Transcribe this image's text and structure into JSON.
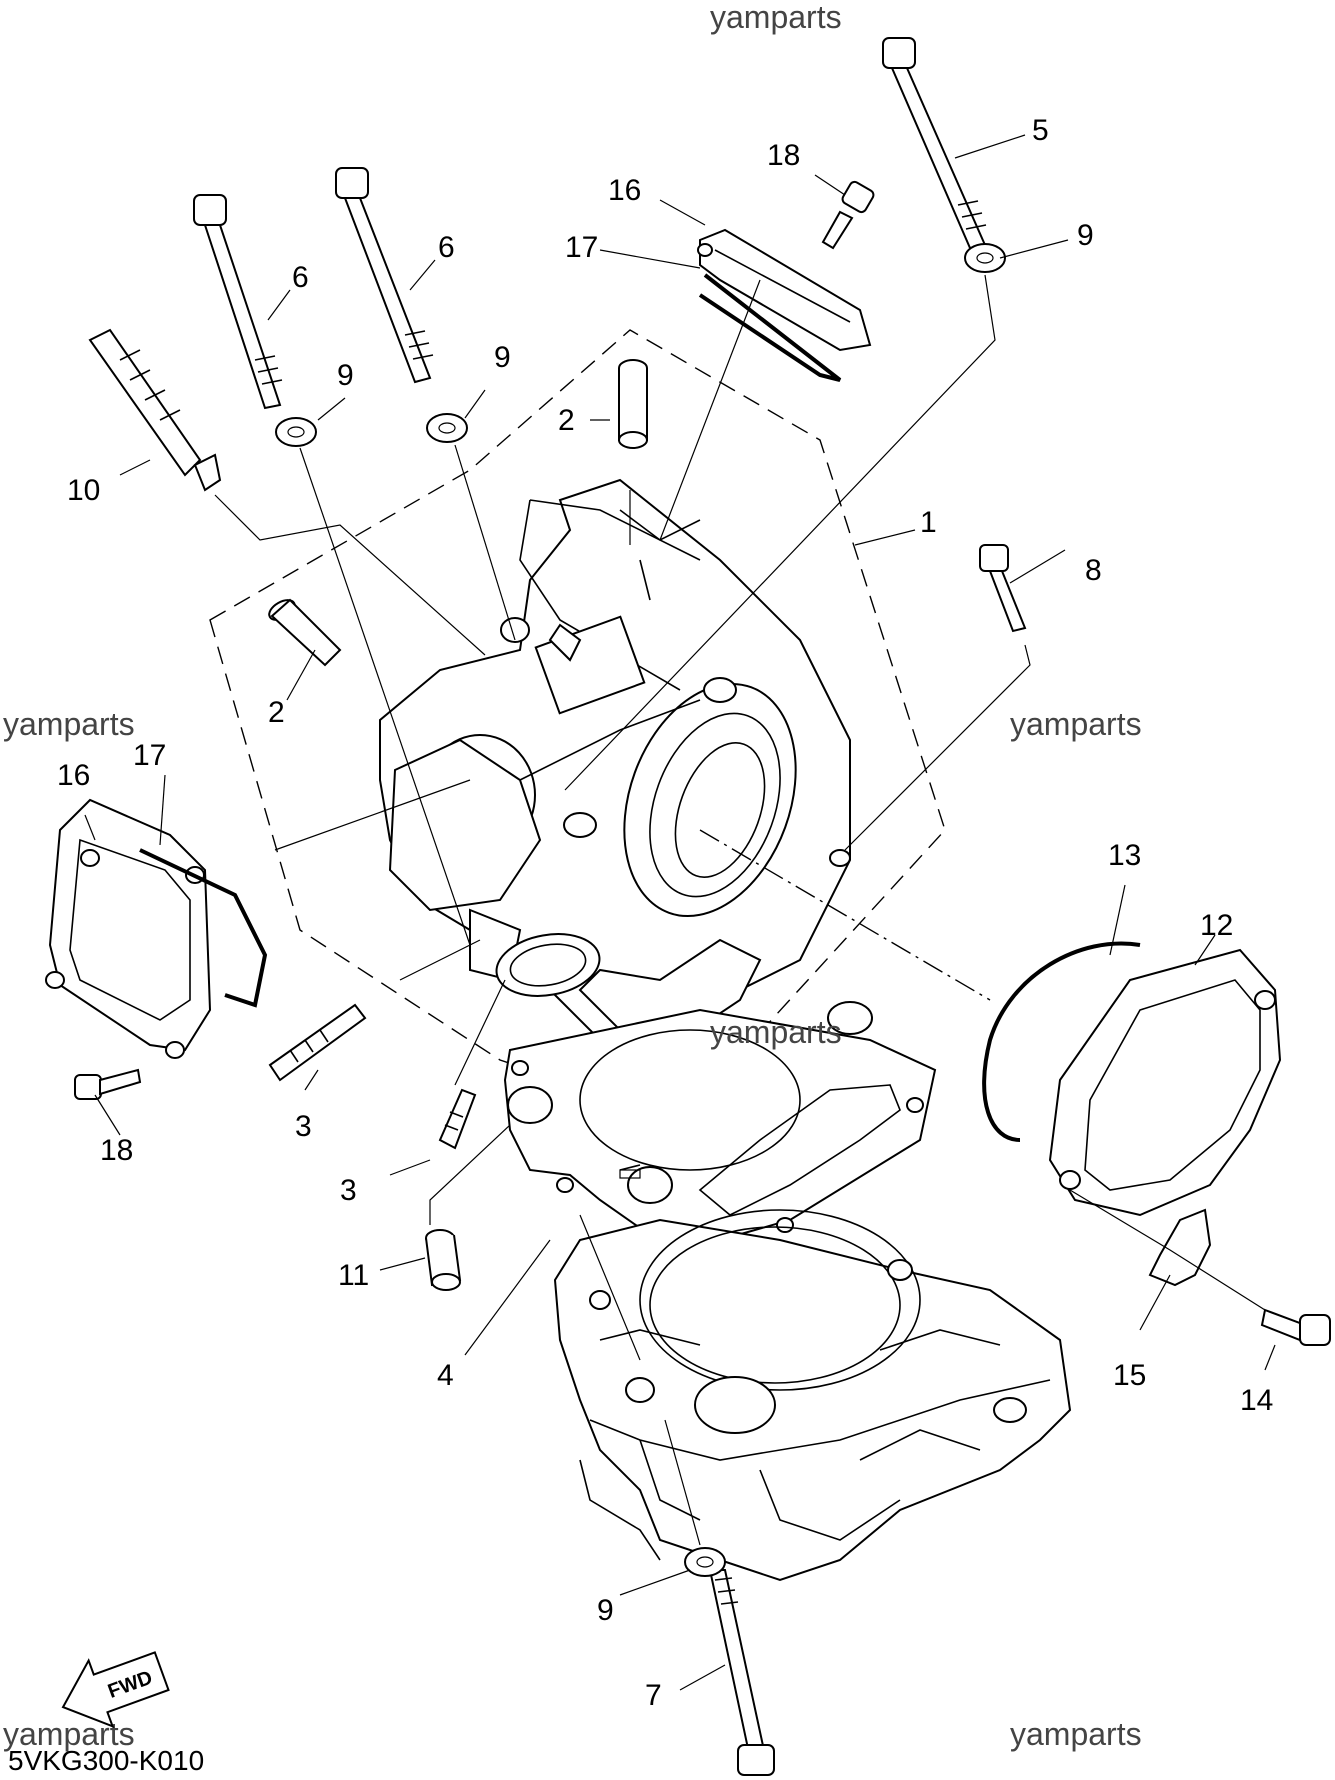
{
  "watermarks": [
    "yamparts",
    "yamparts",
    "yamparts",
    "yamparts",
    "yamparts",
    "yamparts"
  ],
  "diagram_code": "5VKG300-K010",
  "fwd_label": "FWD",
  "callouts": [
    "1",
    "2",
    "2",
    "3",
    "3",
    "4",
    "5",
    "6",
    "6",
    "7",
    "8",
    "9",
    "9",
    "9",
    "9",
    "10",
    "11",
    "12",
    "13",
    "14",
    "15",
    "16",
    "16",
    "17",
    "17",
    "18",
    "18"
  ]
}
